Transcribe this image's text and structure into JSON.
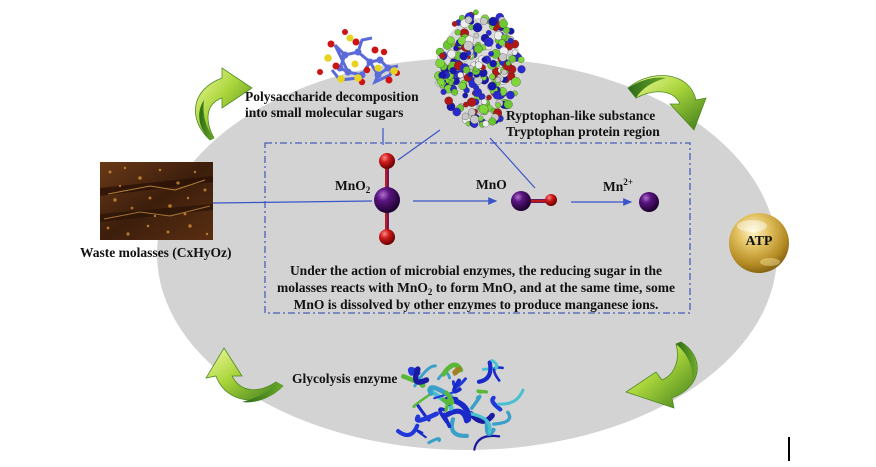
{
  "diagram": {
    "title": "Microbial enzyme-driven MnO2 reduction with waste molasses",
    "labels": {
      "polysaccharide": [
        "Polysaccharide decomposition",
        "into small molecular sugars"
      ],
      "tryptophan": [
        "Ryptophan-like substance",
        "Tryptophan protein region"
      ],
      "waste_molasses": "Waste molasses (CxHyOz)",
      "glycolysis": "Glycolysis enzyme",
      "atp": "ATP"
    },
    "species": [
      {
        "id": "mno2",
        "base": "MnO",
        "sub": "2",
        "sup": ""
      },
      {
        "id": "mno",
        "base": "MnO",
        "sub": "",
        "sup": ""
      },
      {
        "id": "mn2",
        "base": "Mn",
        "sub": "",
        "sup": "2+"
      }
    ],
    "description": {
      "line1": "Under the action of microbial enzymes, the reducing sugar in the",
      "line2_pre": "molasses reacts with MnO",
      "line2_sub": "2",
      "line2_post": " to form MnO, and at the same time, some",
      "line3": "MnO is dissolved by other enzymes to produce manganese ions."
    },
    "colors": {
      "ellipse": "#d3d3d3",
      "flow_line": "#3a55c8",
      "dash_box": "#4a5fb8",
      "manganese_atom": "#4a0a6a",
      "oxygen_atom": "#c81818",
      "arrow_light": "#d8ec6a",
      "arrow_dark": "#3f7a1e",
      "atp_gold": "#c9a53a"
    },
    "cycle_arrows": [
      "top-left",
      "top-right",
      "bottom-right",
      "bottom-left"
    ]
  }
}
